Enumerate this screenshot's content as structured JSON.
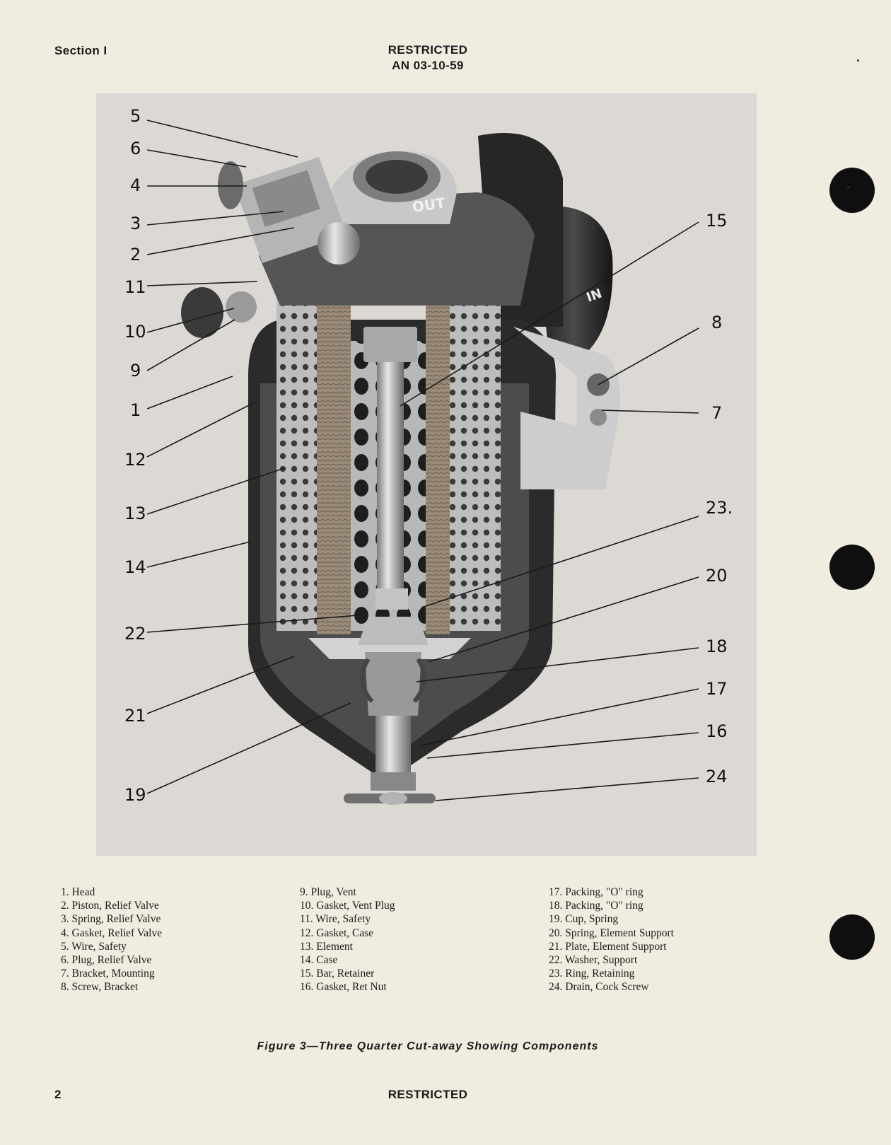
{
  "header": {
    "section": "Section I",
    "classification": "RESTRICTED",
    "document_number": "AN 03-10-59"
  },
  "figure": {
    "labels": {
      "out": "OUT",
      "in": "IN"
    },
    "callouts": [
      "5",
      "6",
      "4",
      "3",
      "2",
      "11",
      "10",
      "9",
      "1",
      "12",
      "13",
      "14",
      "22",
      "21",
      "19",
      "15",
      "8",
      "7",
      "23.",
      "20",
      "18",
      "17",
      "16",
      "24"
    ]
  },
  "legend": {
    "column1": [
      "1.  Head",
      "2.  Piston, Relief Valve",
      "3.  Spring, Relief Valve",
      "4.  Gasket, Relief Valve",
      "5.  Wire, Safety",
      "6.  Plug, Relief Valve",
      "7.  Bracket, Mounting",
      "8.  Screw, Bracket"
    ],
    "column2": [
      "9.  Plug, Vent",
      "10.  Gasket, Vent Plug",
      "11.  Wire, Safety",
      "12.  Gasket, Case",
      "13.  Element",
      "14.  Case",
      "15.  Bar, Retainer",
      "16.  Gasket, Ret Nut"
    ],
    "column3": [
      "17.  Packing, \"O\" ring",
      "18.  Packing, \"O\" ring",
      "19.  Cup, Spring",
      "20.  Spring, Element Support",
      "21.  Plate, Element Support",
      "22.  Washer, Support",
      "23.  Ring, Retaining",
      "24.  Drain, Cock Screw"
    ]
  },
  "caption": "Figure 3—Three Quarter Cut-away Showing Components",
  "footer": {
    "page_number": "2",
    "classification": "RESTRICTED"
  }
}
